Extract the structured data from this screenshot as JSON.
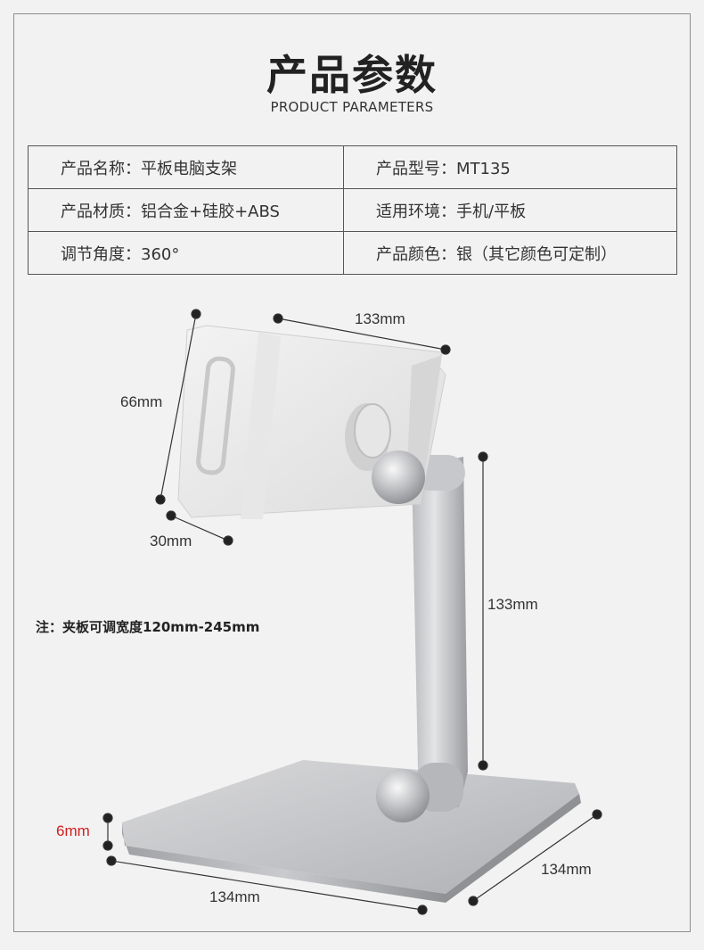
{
  "header": {
    "title": "产品参数",
    "subtitle": "PRODUCT PARAMETERS"
  },
  "params": [
    [
      "产品名称：平板电脑支架",
      "产品型号：MT135"
    ],
    [
      "产品材质：铝合金+硅胶+ABS",
      "适用环境：手机/平板"
    ],
    [
      "调节角度：360°",
      "产品颜色：银（其它颜色可定制）"
    ]
  ],
  "dimensions": {
    "holder_width": "133mm",
    "holder_height": "66mm",
    "holder_depth": "30mm",
    "arm_length": "133mm",
    "base_thickness": "6mm",
    "base_width": "134mm",
    "base_depth": "134mm"
  },
  "note": "注：夹板可调宽度120mm-245mm",
  "colors": {
    "background": "#f2f2f2",
    "border": "#555555",
    "accent_red": "#d21f1f"
  }
}
